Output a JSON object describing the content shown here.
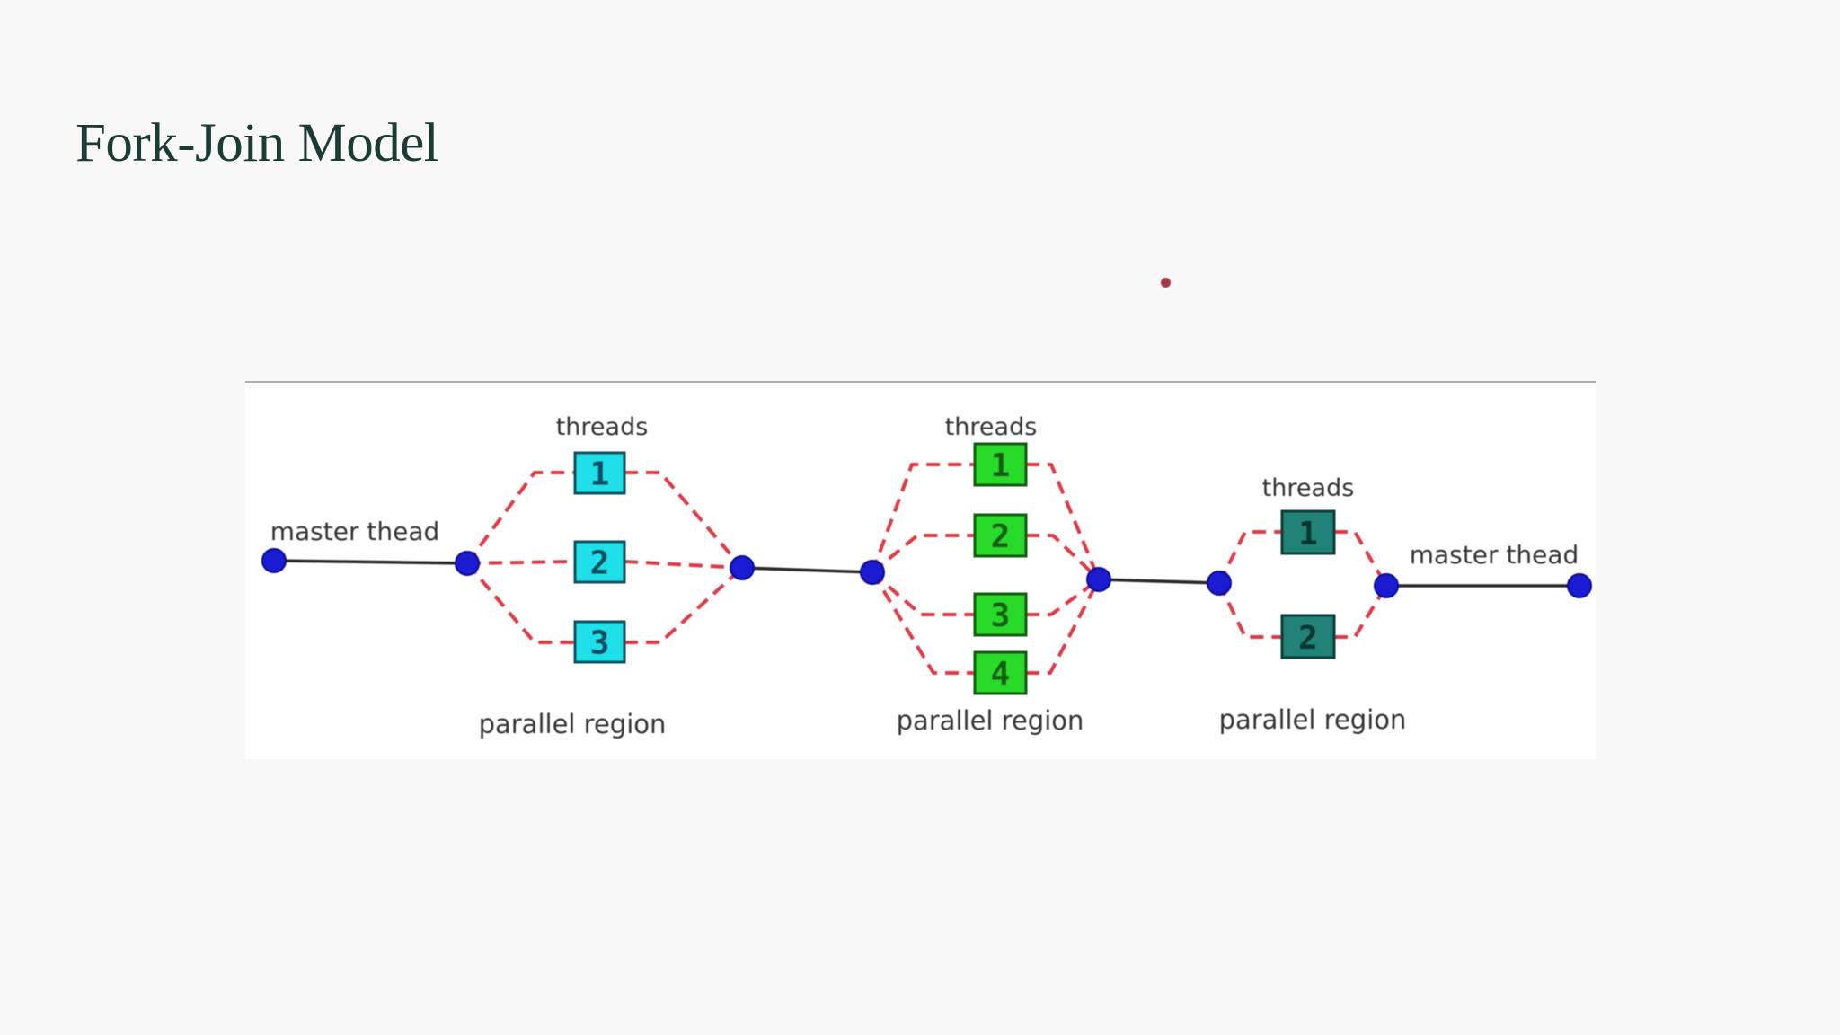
{
  "title": "Fork-Join Model",
  "colors": {
    "background": "#f8f8f8",
    "title_text": "#1d3b35",
    "bullet_marker": "#9d2b3b",
    "panel_background": "#ffffff",
    "panel_border": "#afadad",
    "label_text": "#343434",
    "master_thread_line": "#2a2a2a",
    "fork_edge": "#dc3a46",
    "node_fill": "#1b1bd1",
    "node_stroke": "#0a0a96",
    "region1_box_fill": "#1fe0e9",
    "region1_box_border": "#0f4f5e",
    "region1_box_text": "#0d4e63",
    "region2_box_fill": "#29db29",
    "region2_box_border": "#145714",
    "region2_box_text": "#136013",
    "region3_box_fill": "#218278",
    "region3_box_border": "#0c3c38",
    "region3_box_text": "#083531"
  },
  "diagram": {
    "master_thread_left_label": "master thead",
    "master_thread_right_label": "master thead",
    "regions": [
      {
        "threads_label": "threads",
        "region_label": "parallel region",
        "thread_ids": [
          "1",
          "2",
          "3"
        ]
      },
      {
        "threads_label": "threads",
        "region_label": "parallel region",
        "thread_ids": [
          "1",
          "2",
          "3",
          "4"
        ]
      },
      {
        "threads_label": "threads",
        "region_label": "parallel region",
        "thread_ids": [
          "1",
          "2"
        ]
      }
    ]
  }
}
